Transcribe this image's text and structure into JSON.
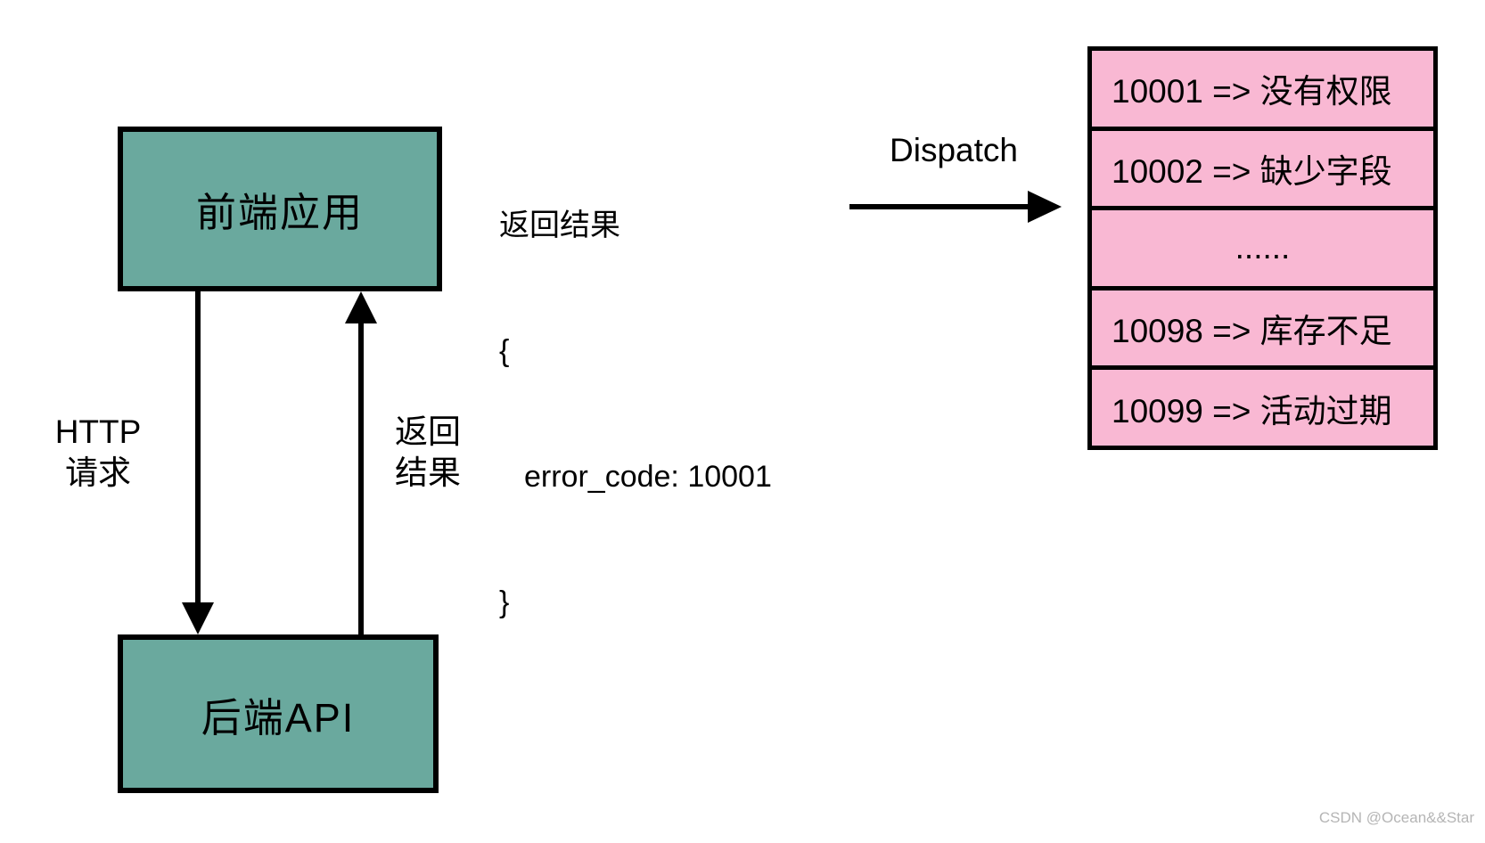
{
  "colors": {
    "node_fill": "#6aa99e",
    "table_fill": "#f9b8d3",
    "line": "#000000",
    "text": "#000000",
    "watermark": "#b5b5b5",
    "background": "#ffffff"
  },
  "nodes": {
    "frontend": {
      "label": "前端应用"
    },
    "backend": {
      "label": "后端API"
    }
  },
  "edges": {
    "http_request": {
      "line1": "HTTP",
      "line2": "请求",
      "direction": "down"
    },
    "return_result": {
      "line1": "返回",
      "line2": "结果",
      "direction": "up"
    },
    "dispatch": {
      "label": "Dispatch",
      "direction": "right"
    }
  },
  "response_payload": {
    "title": "返回结果",
    "open_brace": "{",
    "body": "error_code: 10001",
    "close_brace": "}"
  },
  "error_table": {
    "rows": [
      "10001 => 没有权限",
      "10002 => 缺少字段",
      "......",
      "10098 => 库存不足",
      "10099 => 活动过期"
    ]
  },
  "watermark": "CSDN @Ocean&&Star"
}
